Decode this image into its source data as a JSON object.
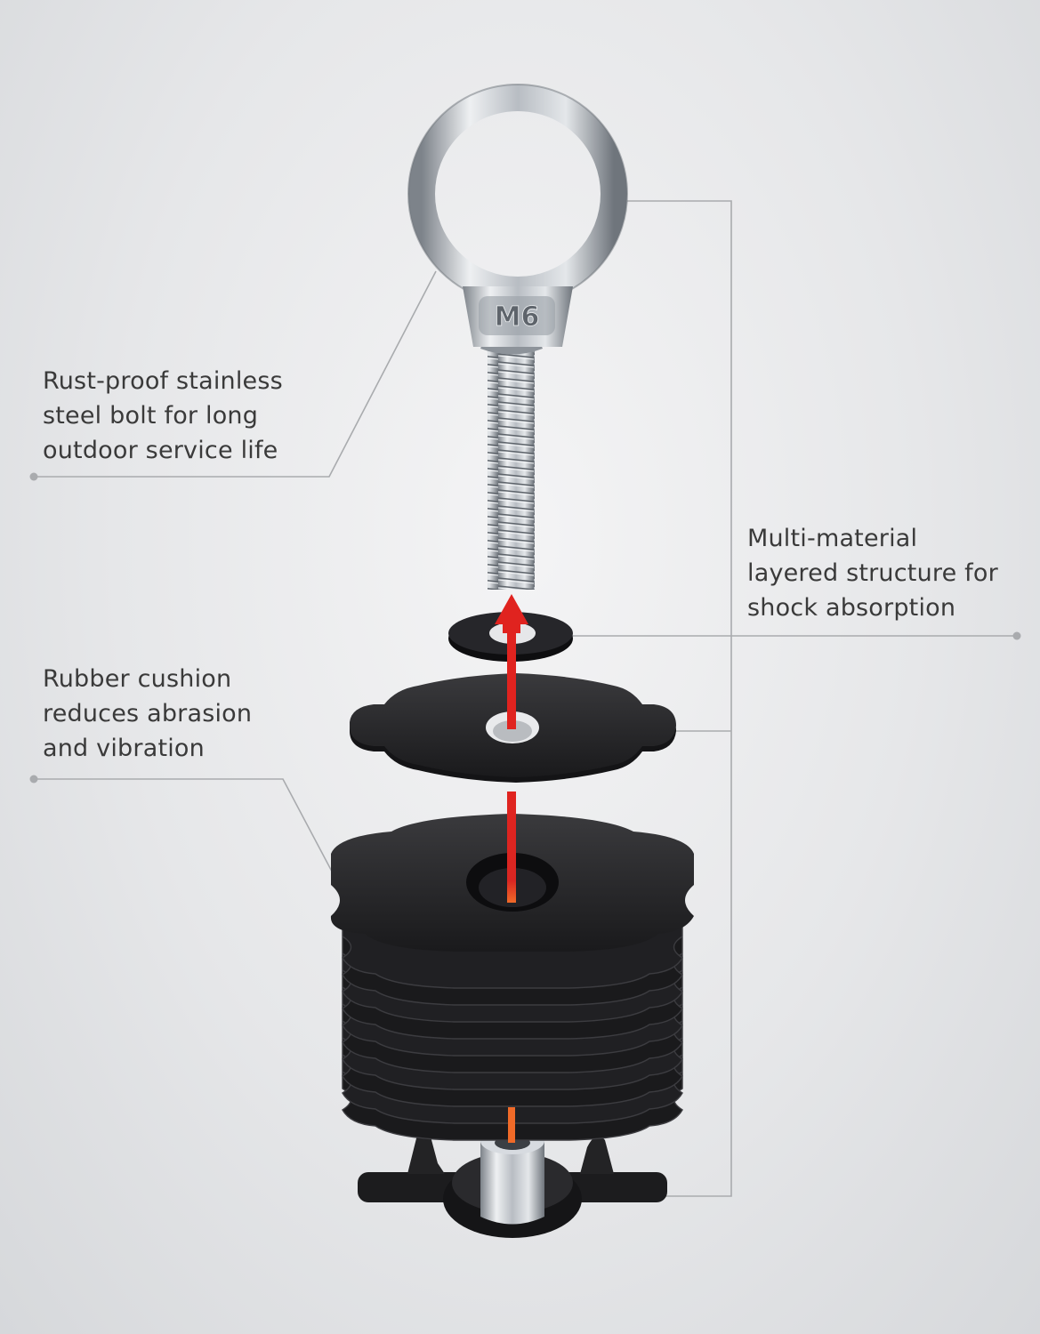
{
  "callouts": {
    "bolt": "Rust-proof stainless\nsteel bolt for long\noutdoor service life",
    "rubber": "Rubber cushion\nreduces abrasion\nand vibration",
    "layered": "Multi-material\nlayered structure for\nshock absorption"
  },
  "bolt": {
    "marking": "M6"
  },
  "colors": {
    "background": "#e6e7e9",
    "text": "#3a3a3a",
    "leader_line": "#a9abae",
    "arrow": "#e0231f",
    "arrow_lower": "#f06a28",
    "rubber": "#1c1c1e",
    "steel": "#c9cdd2"
  },
  "icons": {
    "arrow": "up-arrow-icon",
    "dot": "leader-dot-icon"
  }
}
